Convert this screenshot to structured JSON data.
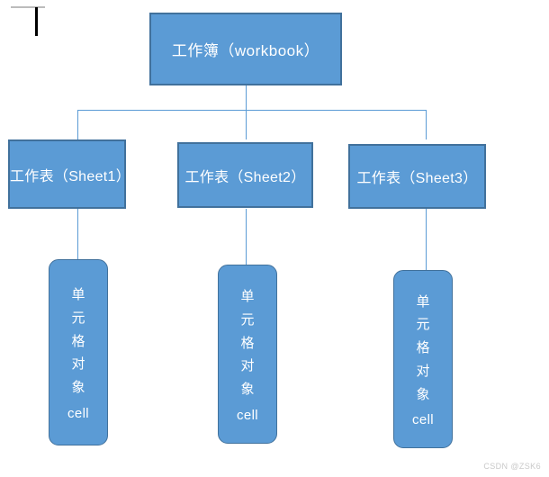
{
  "diagram": {
    "type": "hierarchy-tree",
    "title_text": "",
    "colors": {
      "node_fill": "#5B9BD5",
      "node_border": "#41719C",
      "connector": "#5B9BD5",
      "node_text": "#FFFFFF",
      "background": "#FFFFFF",
      "watermark_text": "#C9C9C9"
    },
    "root": {
      "label": "工作簿（workbook）"
    },
    "sheets": [
      {
        "label": "工作表（Sheet1）"
      },
      {
        "label": "工作表（Sheet2）"
      },
      {
        "label": "工作表（Sheet3）"
      }
    ],
    "cells": [
      {
        "vertical_chars": [
          "单",
          "元",
          "格",
          "对",
          "象"
        ],
        "latin": "cell"
      },
      {
        "vertical_chars": [
          "单",
          "元",
          "格",
          "对",
          "象"
        ],
        "latin": "cell"
      },
      {
        "vertical_chars": [
          "单",
          "元",
          "格",
          "对",
          "象"
        ],
        "latin": "cell"
      }
    ]
  },
  "watermark": {
    "text": "CSDN @ZSK6"
  }
}
